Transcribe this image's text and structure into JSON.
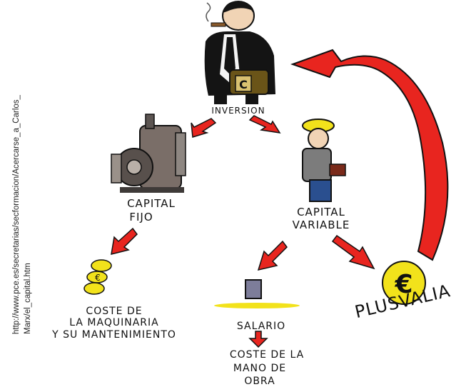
{
  "source_url_line1": "http://www.pce.es/secretarias/secformacion/Acercarse_a_Carlos_",
  "source_url_line2": "Marx/el_capital.htm",
  "nodes": {
    "inversion": "INVERSION",
    "capital_fijo_line1": "CAPITAL",
    "capital_fijo_line2": "FIJO",
    "capital_variable_line1": "CAPITAL",
    "capital_variable_line2": "VARIABLE",
    "coste_maquinaria_line1": "COSTE DE",
    "coste_maquinaria_line2": "LA MAQUINARIA",
    "coste_maquinaria_line3": "Y SU MANTENIMIENTO",
    "salario": "SALARIO",
    "coste_mano_obra_line1": "COSTE DE LA",
    "coste_mano_obra_line2": "MANO DE",
    "coste_mano_obra_line3": "OBRA",
    "plusvalia": "PLUSVALIA"
  },
  "icons": {
    "capitalist_badge": "C",
    "euro_symbol": "€"
  },
  "colors": {
    "arrow": "#e8251f",
    "coin": "#f2e21b",
    "suit": "#141414"
  }
}
